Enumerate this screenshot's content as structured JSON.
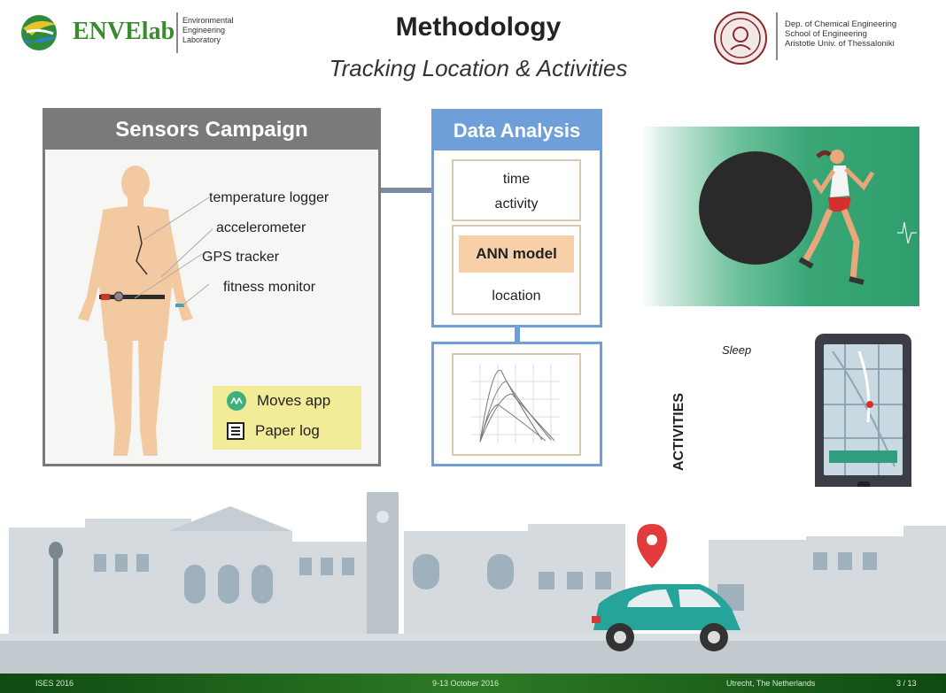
{
  "header": {
    "lab_name": "ENVElab",
    "lab_desc": [
      "Environmental",
      "Engineering",
      "Laboratory"
    ],
    "title": "Methodology",
    "subtitle": "Tracking Location & Activities",
    "dept": [
      "Dep. of Chemical Engineering",
      "School of Engineering",
      "Aristotle Univ. of Thessaloniki"
    ]
  },
  "sensors": {
    "title": "Sensors Campaign",
    "labels": [
      "temperature logger",
      "accelerometer",
      "GPS tracker",
      "fitness monitor"
    ],
    "apps": [
      "Moves app",
      "Paper log"
    ]
  },
  "analysis": {
    "title": "Data Analysis",
    "time": "time",
    "activity": "activity",
    "model": "ANN model",
    "location": "location"
  },
  "right": {
    "activities_label": "ACTIVITIES",
    "sleep_label": "Sleep"
  },
  "footer": {
    "left": "ISES 2016",
    "center": "9-13 October 2016",
    "right": "Utrecht, The Netherlands",
    "page": "3 / 13"
  },
  "colors": {
    "accent_blue": "#6f9fd8",
    "accent_grey": "#7a7a7a",
    "highlight": "#f7cfa8",
    "apps_bg": "#f2ec98",
    "footer_green": "#2d7b25"
  }
}
